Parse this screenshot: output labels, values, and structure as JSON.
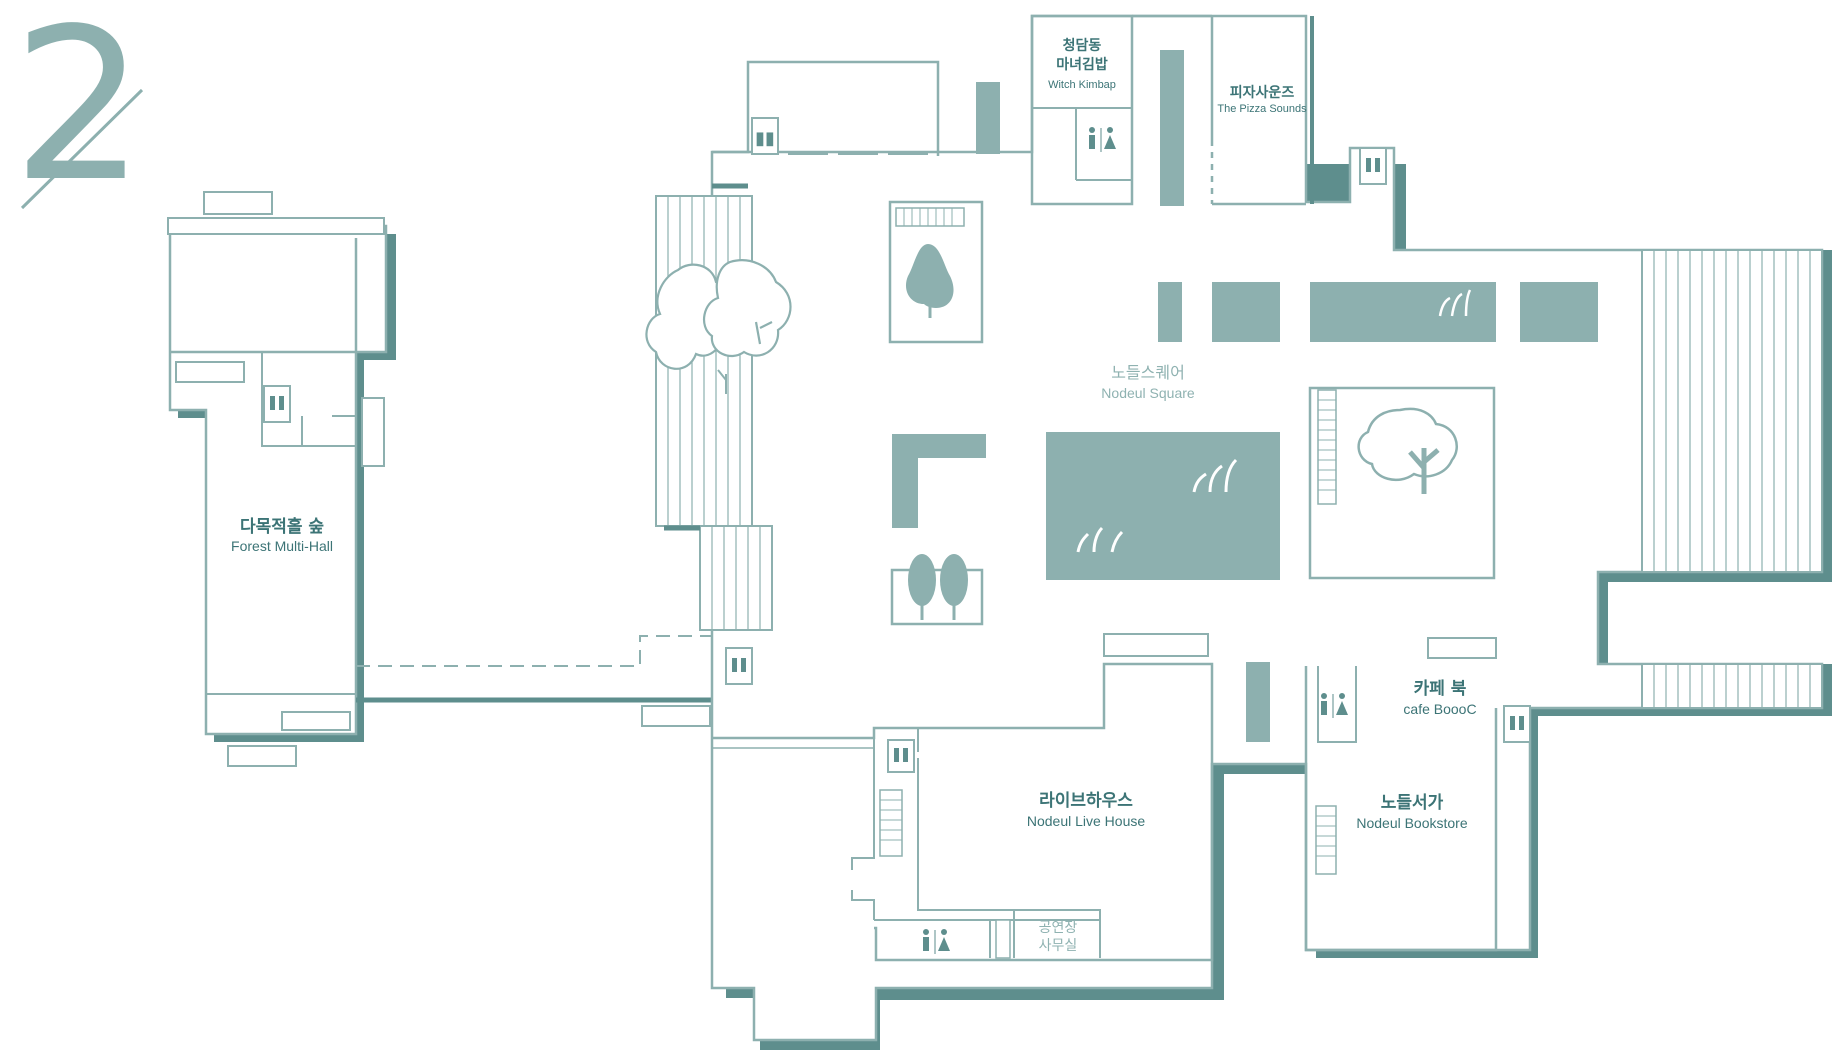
{
  "floor_number": "2",
  "colors": {
    "wall": "#8db0af",
    "wall_shadow": "#5e8e8d",
    "fill": "#8db0af",
    "label": "#3c7476",
    "label_light": "#8fb2b1",
    "background": "#ffffff"
  },
  "rooms": {
    "witch_kimbap": {
      "ko_line1": "청담동",
      "ko_line2": "마녀김밥",
      "en": "Witch Kimbap"
    },
    "pizza_sounds": {
      "ko": "피자사운즈",
      "en": "The Pizza Sounds"
    },
    "forest_hall": {
      "ko": "다목적홀 숲",
      "en": "Forest Multi-Hall"
    },
    "nodeul_square": {
      "ko": "노들스퀘어",
      "en": "Nodeul Square"
    },
    "live_house": {
      "ko": "라이브하우스",
      "en": "Nodeul Live House"
    },
    "cafe_boooc": {
      "ko": "카페 북",
      "en": "cafe BoooC"
    },
    "bookstore": {
      "ko": "노들서가",
      "en": "Nodeul Bookstore"
    },
    "office": {
      "line1": "공연장",
      "line2": "사무실"
    }
  },
  "icons": {
    "restroom": "restroom-icon",
    "elevator": "elevator-icon",
    "tree": "tree-icon",
    "grass": "grass-icon",
    "stairs": "stairs-icon"
  }
}
